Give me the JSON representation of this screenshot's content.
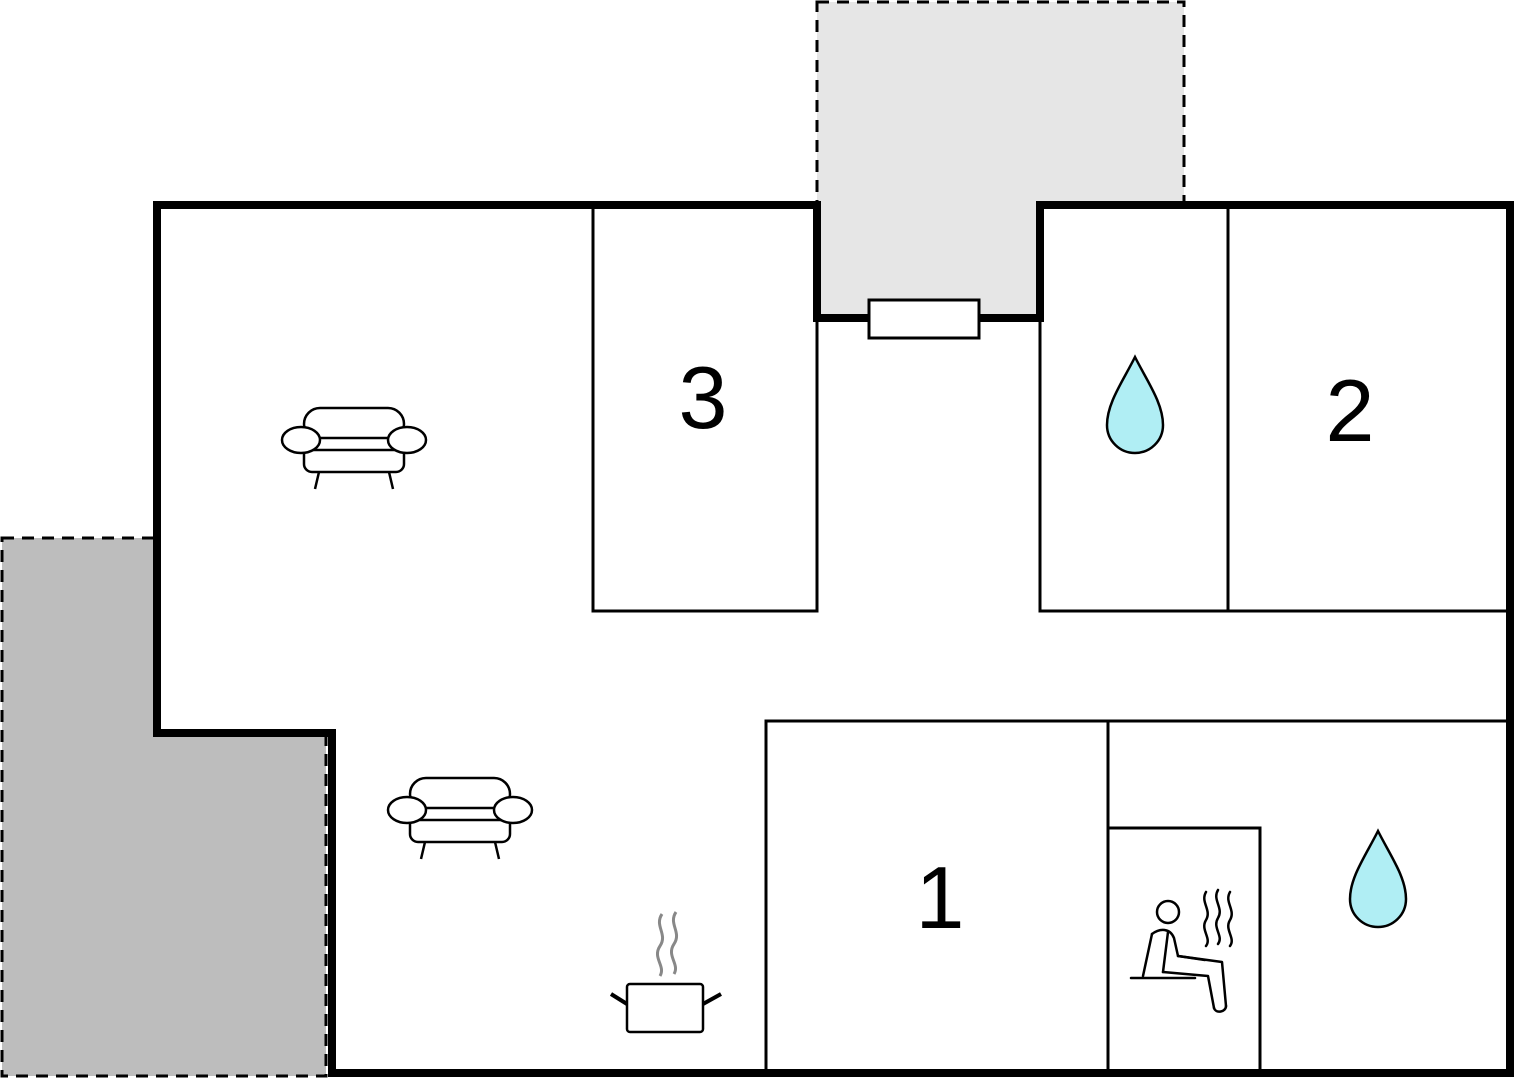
{
  "rooms": {
    "bedroom_1": {
      "label": "1"
    },
    "bedroom_2": {
      "label": "2"
    },
    "bedroom_3": {
      "label": "3"
    }
  },
  "icons": {
    "sofa": "sofa-icon",
    "bathroom": "water-drop-icon",
    "kitchen": "cooking-pot-icon",
    "sauna": "sauna-icon"
  },
  "colors": {
    "wall": "#000000",
    "terrace_dark": "#bdbdbd",
    "terrace_light": "#e6e6e6",
    "water_drop": "#b0eef4",
    "steam": "#888888"
  }
}
